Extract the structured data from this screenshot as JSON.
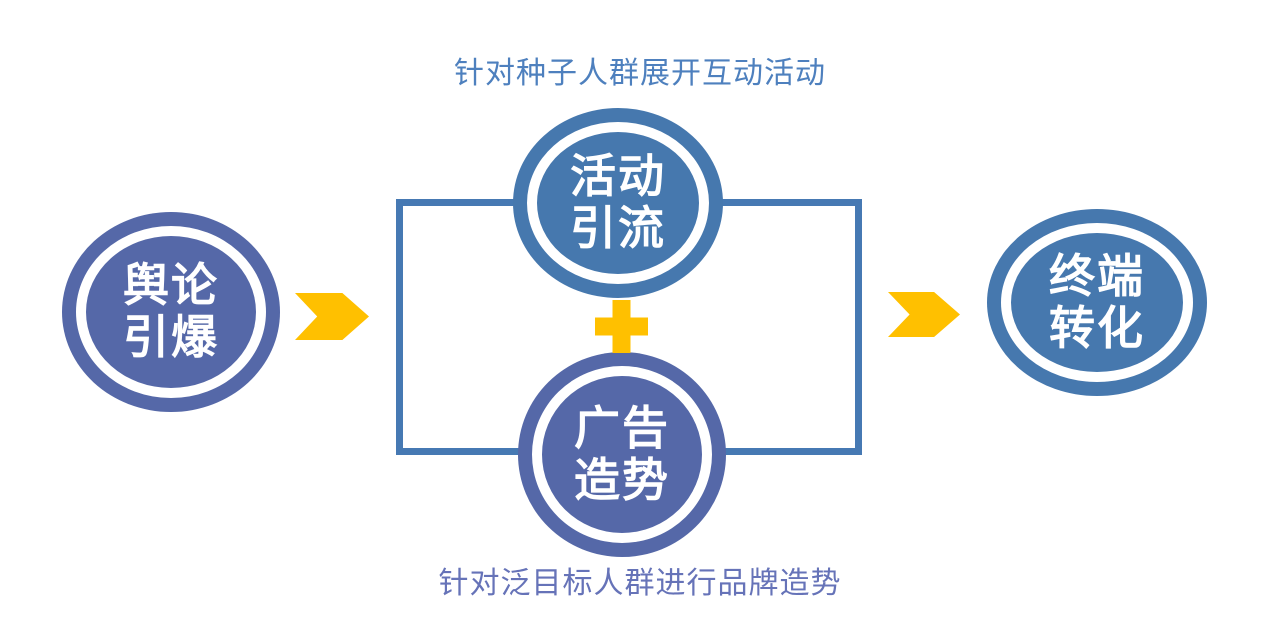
{
  "diagram": {
    "top_label": "针对种子人群展开互动活动",
    "bottom_label": "针对泛目标人群进行品牌造势",
    "nodes": {
      "left": {
        "line1": "舆论",
        "line2": "引爆"
      },
      "top": {
        "line1": "活动",
        "line2": "引流"
      },
      "bottom": {
        "line1": "广告",
        "line2": "造势"
      },
      "right": {
        "line1": "终端",
        "line2": "转化"
      }
    },
    "colors": {
      "steel_blue": "#4678AE",
      "purple_blue": "#5568A8",
      "gold": "#FFC000",
      "rect_border": "#4679B3",
      "top_label_color": "#4E80BE",
      "bottom_label_color": "#6673B8"
    }
  }
}
